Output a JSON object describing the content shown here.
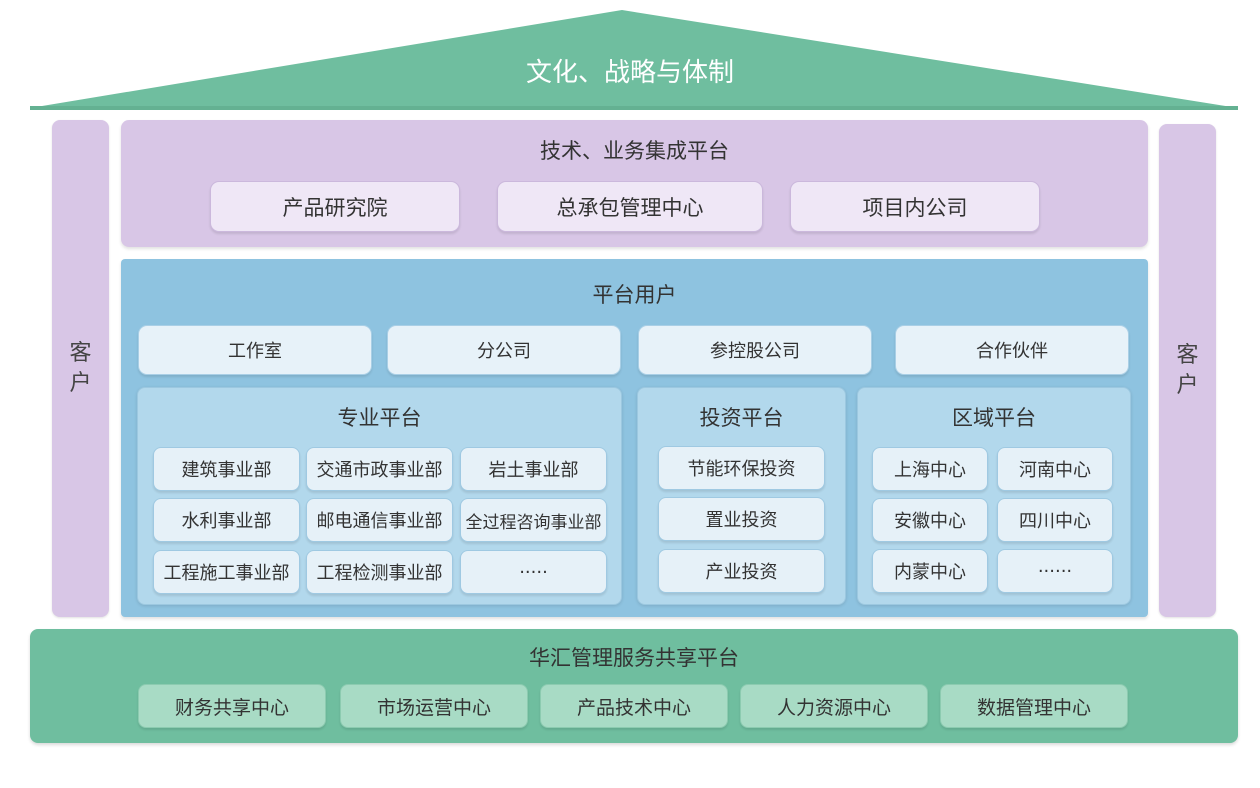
{
  "roof": {
    "title": "文化、战略与体制",
    "color": "#6fbe9f"
  },
  "customer": {
    "left": [
      "客",
      "户"
    ],
    "right": [
      "客",
      "户"
    ]
  },
  "tech_platform": {
    "title": "技术、业务集成平台",
    "items": [
      "产品研究院",
      "总承包管理中心",
      "项目内公司"
    ]
  },
  "platform_users": {
    "title": "平台用户",
    "items": [
      "工作室",
      "分公司",
      "参控股公司",
      "合作伙伴"
    ]
  },
  "professional_platform": {
    "title": "专业平台",
    "items": [
      "建筑事业部",
      "交通市政事业部",
      "岩土事业部",
      "水利事业部",
      "邮电通信事业部",
      "全过程咨询事业部",
      "工程施工事业部",
      "工程检测事业部",
      "·····"
    ]
  },
  "investment_platform": {
    "title": "投资平台",
    "items": [
      "节能环保投资",
      "置业投资",
      "产业投资"
    ]
  },
  "regional_platform": {
    "title": "区域平台",
    "items": [
      "上海中心",
      "河南中心",
      "安徽中心",
      "四川中心",
      "内蒙中心",
      "······"
    ]
  },
  "shared_platform": {
    "title": "华汇管理服务共享平台",
    "items": [
      "财务共享中心",
      "市场运营中心",
      "产品技术中心",
      "人力资源中心",
      "数据管理中心"
    ]
  }
}
